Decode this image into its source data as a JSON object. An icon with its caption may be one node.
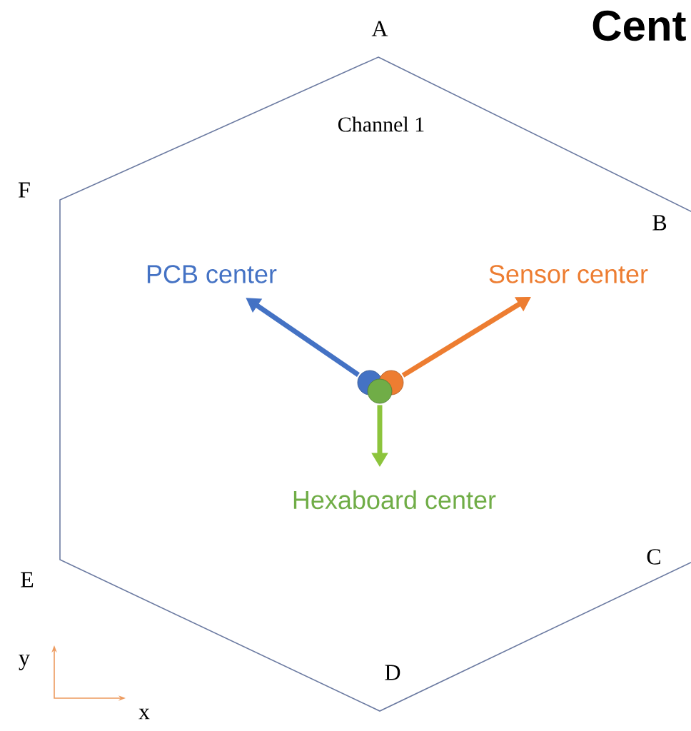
{
  "diagram": {
    "nodes": [
      {
        "text": [
          "Channel 1"
        ]
      },
      {
        "text": [
          "PCB center"
        ],
        "in": 0
      },
      {
        "text": [
          "Sensor center"
        ],
        "in": 0
      },
      {
        "text": [
          "Hexaboard center"
        ],
        "in": 0
      },
      {
        "text": [],
        "shape": "circle",
        "in": 0
      },
      {
        "text": [],
        "shape": "circle",
        "in": 0
      },
      {
        "text": [],
        "shape": "circle",
        "in": 0
      }
    ],
    "edges": [
      {
        "from": 4,
        "to": 1,
        "arrow": "to",
        "color": "#4472c4"
      },
      {
        "from": 5,
        "to": 2,
        "arrow": "to",
        "color": "#ed7d31"
      },
      {
        "from": 6,
        "to": 3,
        "arrow": "to",
        "color": "#8cc43c"
      }
    ],
    "labels": [
      "Cent",
      "A",
      "F",
      "B",
      "E",
      "C",
      "y",
      "D",
      "x"
    ]
  }
}
